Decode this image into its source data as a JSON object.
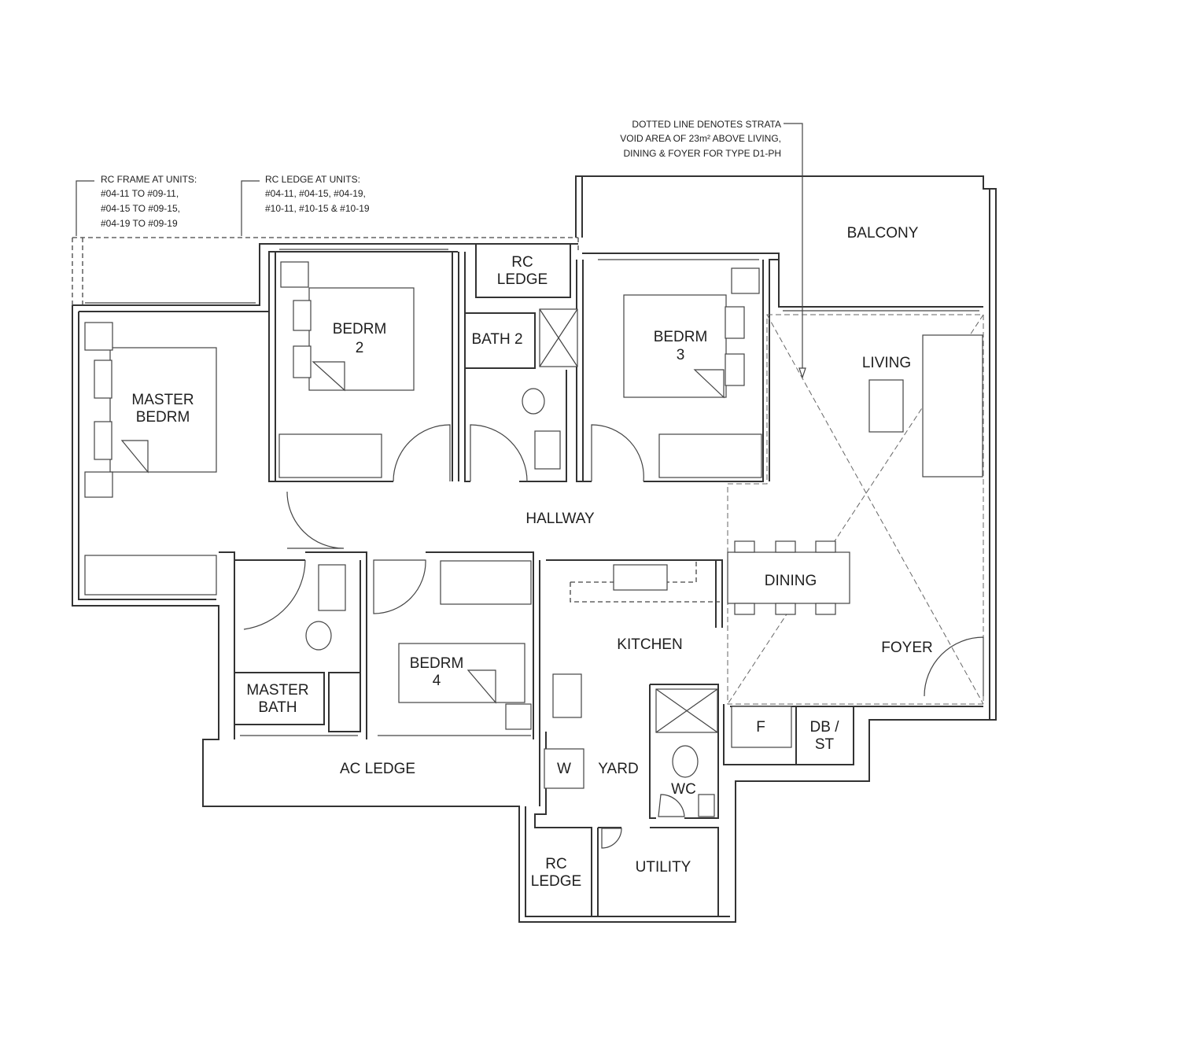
{
  "notes": {
    "rc_frame": [
      "RC FRAME AT UNITS:",
      "#04-11 TO #09-11,",
      "#04-15 TO #09-15,",
      "#04-19 TO #09-19"
    ],
    "rc_ledge": [
      "RC LEDGE AT UNITS:",
      "#04-11, #04-15, #04-19,",
      "#10-11, #10-15 & #10-19"
    ],
    "strata_void": [
      "DOTTED LINE DENOTES STRATA",
      "VOID AREA OF 23m² ABOVE LIVING,",
      "DINING & FOYER FOR TYPE D1-PH"
    ]
  },
  "rooms": {
    "master_bedrm": [
      "MASTER",
      "BEDRM"
    ],
    "bedrm2": [
      "BEDRM",
      "2"
    ],
    "rc_ledge_top": [
      "RC",
      "LEDGE"
    ],
    "bath2": "BATH 2",
    "bedrm3": [
      "BEDRM",
      "3"
    ],
    "balcony": "BALCONY",
    "living": "LIVING",
    "hallway": "HALLWAY",
    "dining": "DINING",
    "kitchen": "KITCHEN",
    "foyer": "FOYER",
    "bedrm4": [
      "BEDRM",
      "4"
    ],
    "master_bath": [
      "MASTER",
      "BATH"
    ],
    "ac_ledge": "AC LEDGE",
    "w": "W",
    "yard": "YARD",
    "wc": "WC",
    "f": "F",
    "db_st": [
      "DB /",
      "ST"
    ],
    "rc_ledge_bottom": [
      "RC",
      "LEDGE"
    ],
    "utility": "UTILITY"
  }
}
